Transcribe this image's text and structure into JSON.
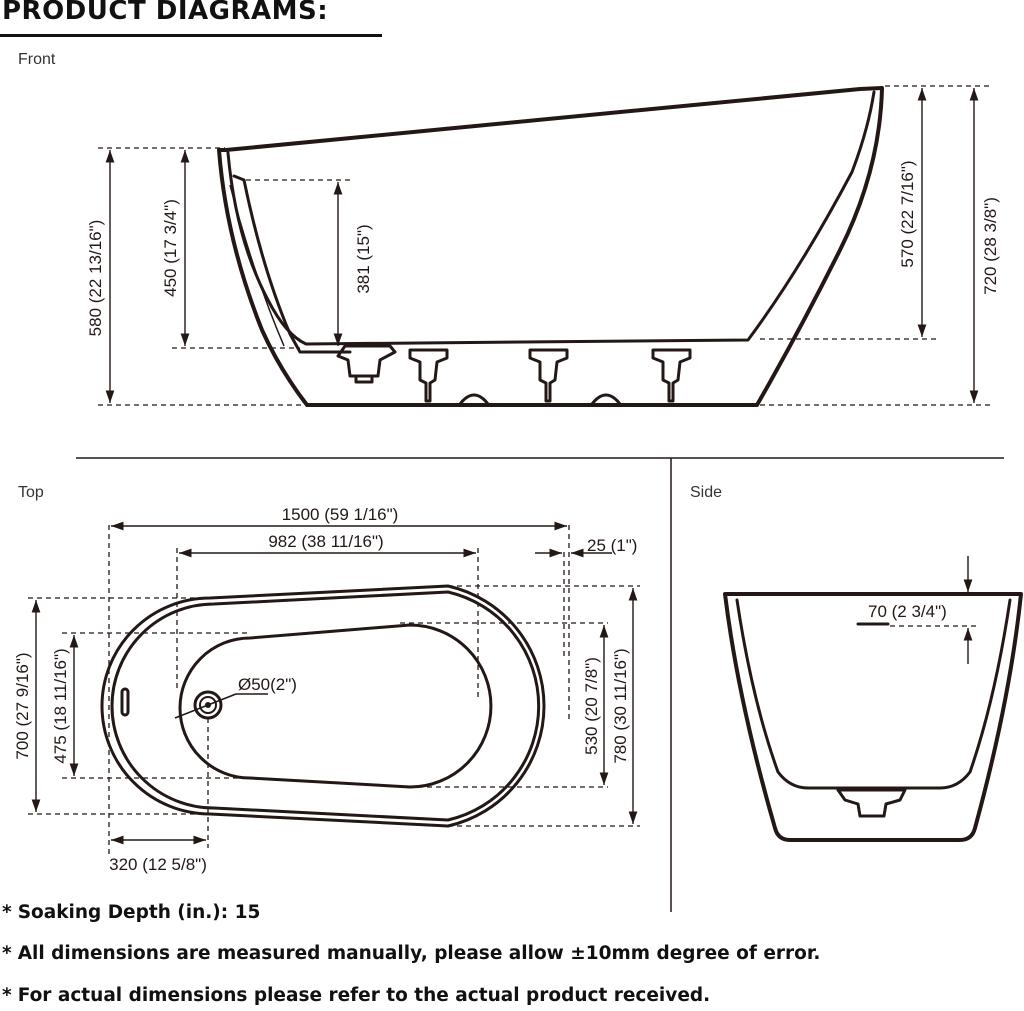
{
  "header": {
    "title": "PRODUCT DIAGRAMS:"
  },
  "views": {
    "front": "Front",
    "top": "Top",
    "side": "Side"
  },
  "front_dims": {
    "overall_left": "580 (22 13/16\")",
    "interior_left": "450 (17 3/4\")",
    "soak_depth": "381 (15\")",
    "backrest_height": "570 (22 7/16\")",
    "overall_height": "720 (28 3/8\")"
  },
  "top_dims": {
    "length": "1500 (59 1/16\")",
    "bottom_length": "982 (38 11/16\")",
    "rim": "25 (1\")",
    "width_outer_left": "700 (27 9/16\")",
    "width_inner_left": "475 (18 11/16\")",
    "drain": "Ø50(2\")",
    "width_inner_right": "530 (20 7/8\")",
    "width_outer_right": "780 (30 11/16\")",
    "drain_offset": "320 (12 5/8\")"
  },
  "side_dims": {
    "rim_thickness": "70 (2 3/4\")"
  },
  "notes": [
    {
      "star": "*",
      "text": "Soaking Depth (in.): 15"
    },
    {
      "star": "*",
      "text": "All dimensions are measured manually, please allow ±10mm degree of error."
    },
    {
      "star": "*",
      "text": "For actual dimensions please refer to the actual product received."
    }
  ],
  "colors": {
    "line": "#231815",
    "background": "#ffffff"
  }
}
